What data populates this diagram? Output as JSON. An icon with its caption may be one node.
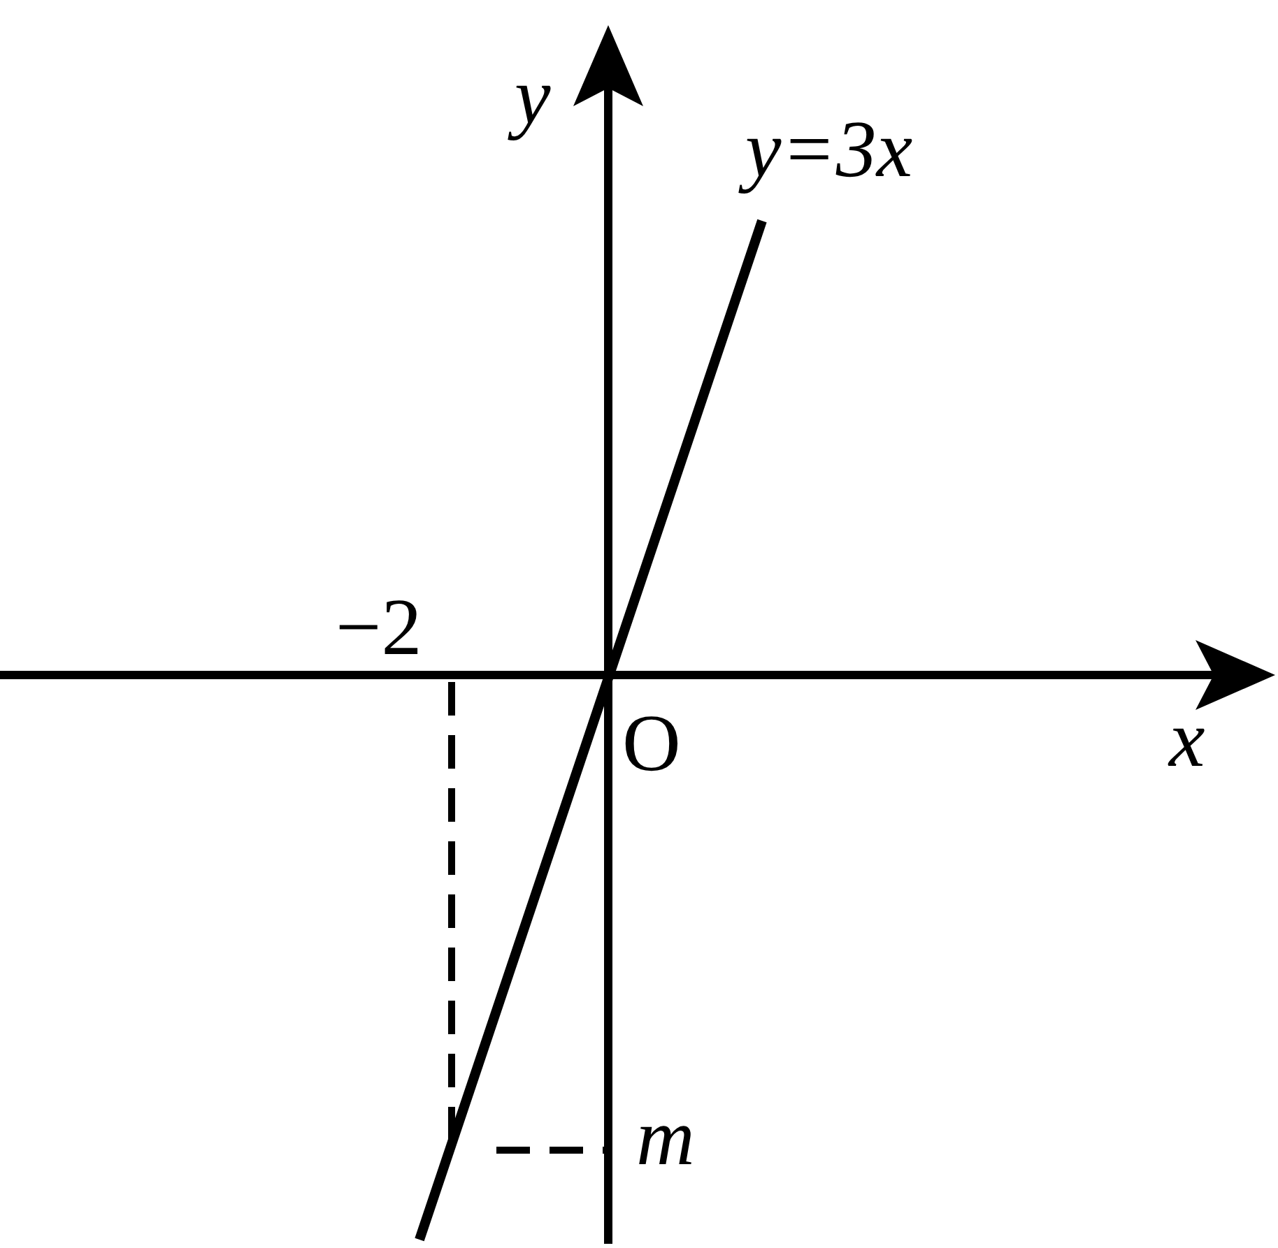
{
  "diagram": {
    "labels": [
      "y",
      "y=3x",
      "−2",
      "O",
      "x",
      "m"
    ]
  }
}
